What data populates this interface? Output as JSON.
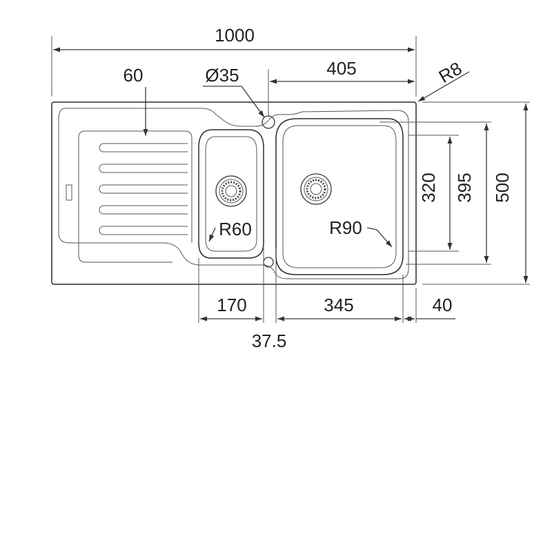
{
  "dimensions": {
    "overall_width": "1000",
    "drainer_groove": "60",
    "tap_hole": "Ø35",
    "main_bowl_offset": "405",
    "corner_radius": "R8",
    "depth_overall": "500",
    "main_bowl_depth": "395",
    "small_bowl_depth": "320",
    "small_bowl_radius": "R60",
    "main_bowl_radius": "R90",
    "small_bowl_width": "170",
    "main_bowl_width": "345",
    "rim_right": "40",
    "bowl_gap": "37.5"
  }
}
